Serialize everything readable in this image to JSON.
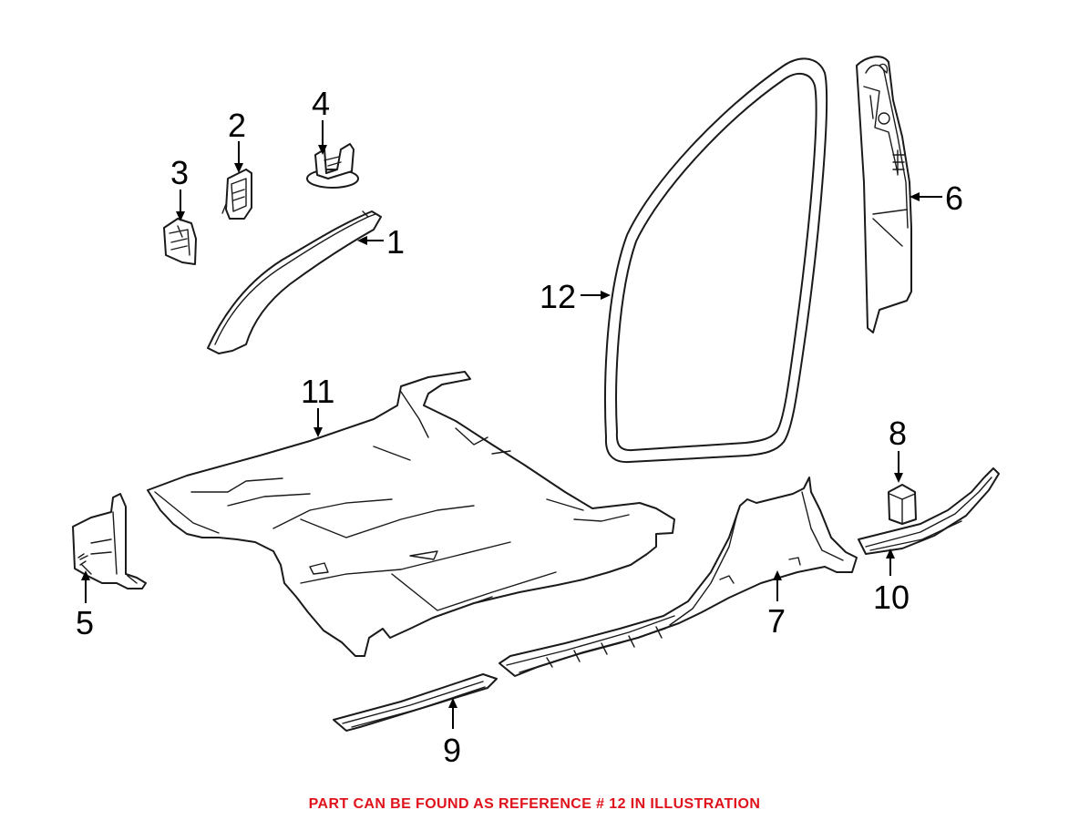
{
  "callouts": [
    {
      "id": "1",
      "label": "1"
    },
    {
      "id": "2",
      "label": "2"
    },
    {
      "id": "3",
      "label": "3"
    },
    {
      "id": "4",
      "label": "4"
    },
    {
      "id": "5",
      "label": "5"
    },
    {
      "id": "6",
      "label": "6"
    },
    {
      "id": "7",
      "label": "7"
    },
    {
      "id": "8",
      "label": "8"
    },
    {
      "id": "9",
      "label": "9"
    },
    {
      "id": "10",
      "label": "10"
    },
    {
      "id": "11",
      "label": "11"
    },
    {
      "id": "12",
      "label": "12"
    }
  ],
  "footnote": {
    "text": "PART CAN BE FOUND AS REFERENCE # 12 IN ILLUSTRATION",
    "color": "#e0121b"
  },
  "colors": {
    "line": "#1a1a1a",
    "background": "#ffffff"
  }
}
